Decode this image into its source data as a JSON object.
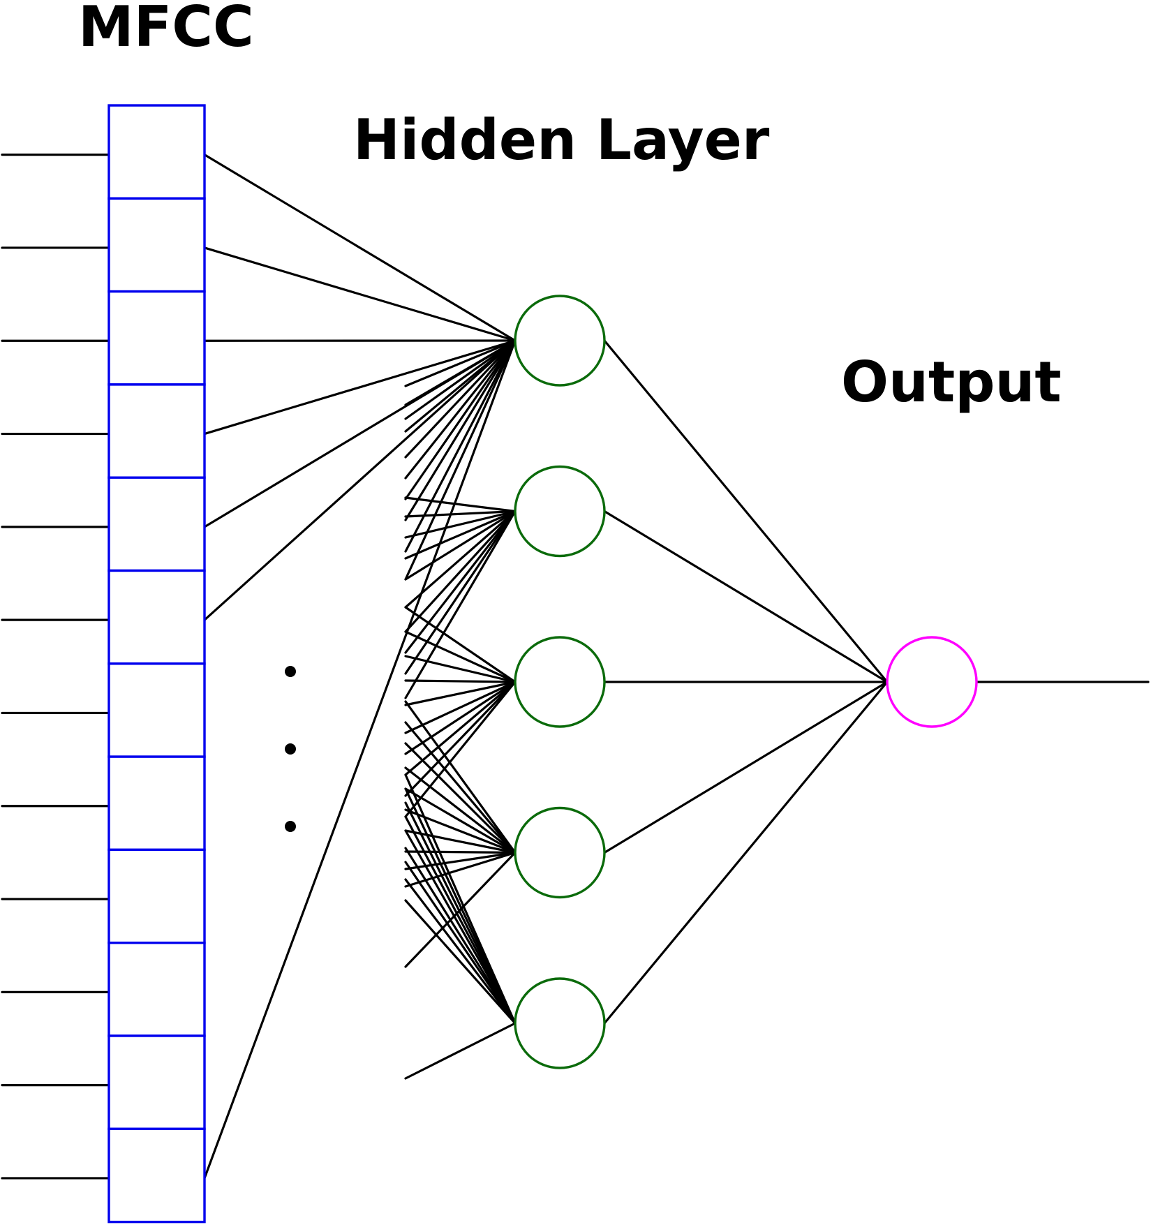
{
  "labels": {
    "mfcc": "MFCC",
    "hidden_layer": "Hidden Layer",
    "output": "Output"
  },
  "colors": {
    "mfcc_cells": "#0000ee",
    "hidden_neurons": "#0b6b0b",
    "output_neuron": "#ff00ff",
    "connections": "#000000"
  },
  "structure": {
    "mfcc_cell_count": 12,
    "hidden_neuron_count": 5,
    "output_neuron_count": 1,
    "ellipsis": "vertical-dots"
  }
}
